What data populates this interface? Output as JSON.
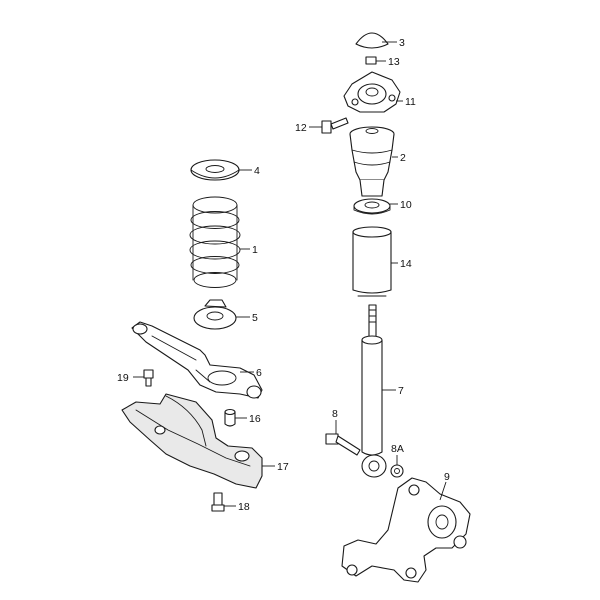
{
  "diagram": {
    "callouts": {
      "c1": "1",
      "c2": "2",
      "c3": "3",
      "c4": "4",
      "c5": "5",
      "c6": "6",
      "c7": "7",
      "c8": "8",
      "c8a": "8A",
      "c9": "9",
      "c10": "10",
      "c11": "11",
      "c12": "12",
      "c13": "13",
      "c14": "14",
      "c16": "16",
      "c17": "17",
      "c18": "18",
      "c19": "19"
    }
  }
}
